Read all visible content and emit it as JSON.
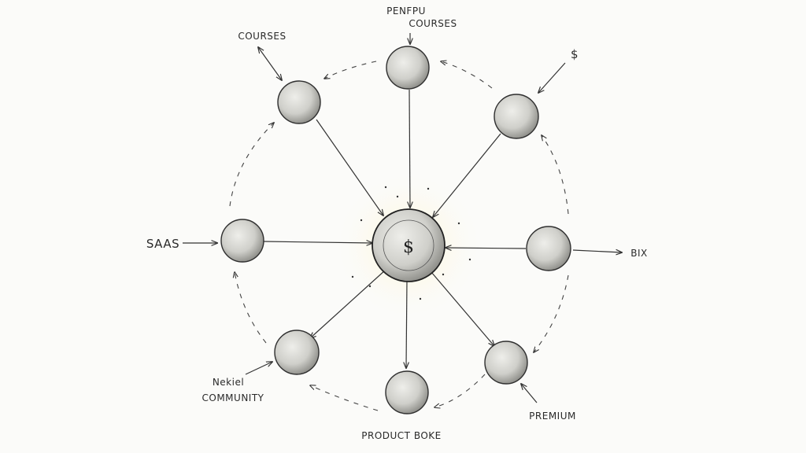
{
  "diagram": {
    "center_label": "$",
    "labels": {
      "top_line1": "PENFPU",
      "top_line2": "COURSES",
      "top_left": "COURSES",
      "top_right": "$",
      "left": "SAAS",
      "right": "BIX",
      "bottom": "PRODUCT BOKE",
      "bottom_left_line1": "Nekiel",
      "bottom_left_line2": "COMMUNITY",
      "bottom_right": "PREMIUM"
    }
  }
}
